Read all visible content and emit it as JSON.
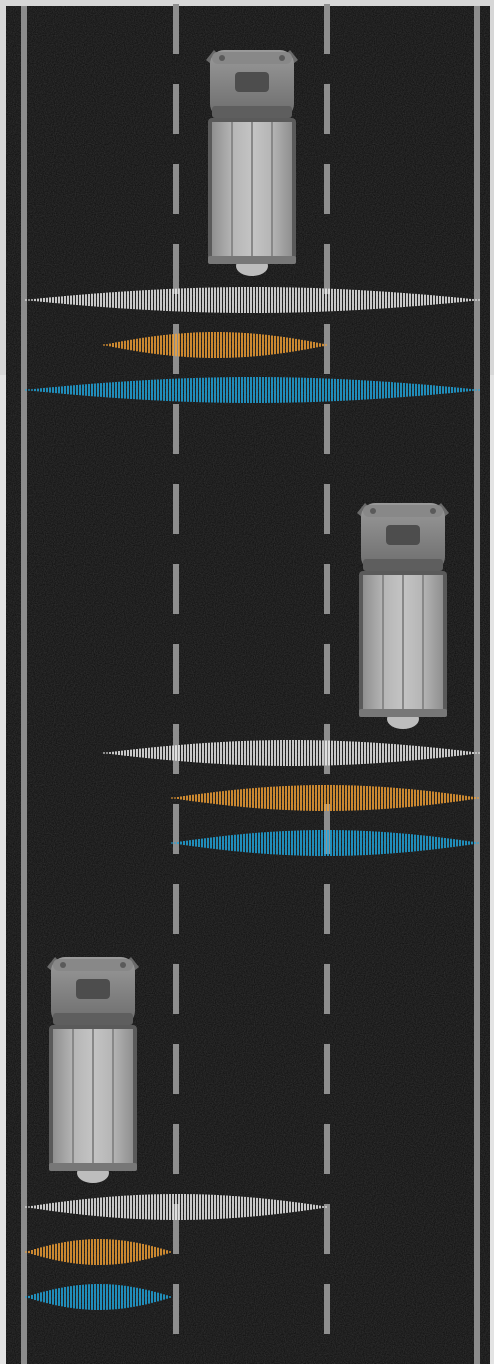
{
  "colors": {
    "background_panel": "#d7d7d7",
    "road": "#141414",
    "edge_line": "#8c8c8c",
    "lane_divider": "#8e8e8e",
    "truck_body": "#a9a9a9",
    "truck_cab": "#7b7b7b",
    "waveform_white": "#f2f2f2",
    "waveform_orange": "#f5a235",
    "waveform_blue": "#21a8e0"
  },
  "scene": {
    "lane_count": 3,
    "lane_divider_style": "dashed",
    "edge_line_style": "solid"
  },
  "trucks": [
    {
      "name": "truck-lane-2-top",
      "lane": 2,
      "icon": "truck-top-view-icon"
    },
    {
      "name": "truck-lane-3-middle",
      "lane": 3,
      "icon": "truck-top-view-icon"
    },
    {
      "name": "truck-lane-1-bottom",
      "lane": 1,
      "icon": "truck-top-view-icon"
    }
  ],
  "signal_groups": [
    {
      "name": "signal-group-top",
      "signals": [
        {
          "color": "white",
          "span_lanes": [
            1,
            3
          ]
        },
        {
          "color": "orange",
          "span_lanes": [
            1.5,
            2.5
          ]
        },
        {
          "color": "blue",
          "span_lanes": [
            1,
            3
          ]
        }
      ]
    },
    {
      "name": "signal-group-middle",
      "signals": [
        {
          "color": "white",
          "span_lanes": [
            1.5,
            3
          ]
        },
        {
          "color": "orange",
          "span_lanes": [
            2,
            3
          ]
        },
        {
          "color": "blue",
          "span_lanes": [
            2,
            3
          ]
        }
      ]
    },
    {
      "name": "signal-group-bottom",
      "signals": [
        {
          "color": "white",
          "span_lanes": [
            1,
            2.5
          ]
        },
        {
          "color": "orange",
          "span_lanes": [
            1,
            2
          ]
        },
        {
          "color": "blue",
          "span_lanes": [
            1,
            2
          ]
        }
      ]
    }
  ]
}
